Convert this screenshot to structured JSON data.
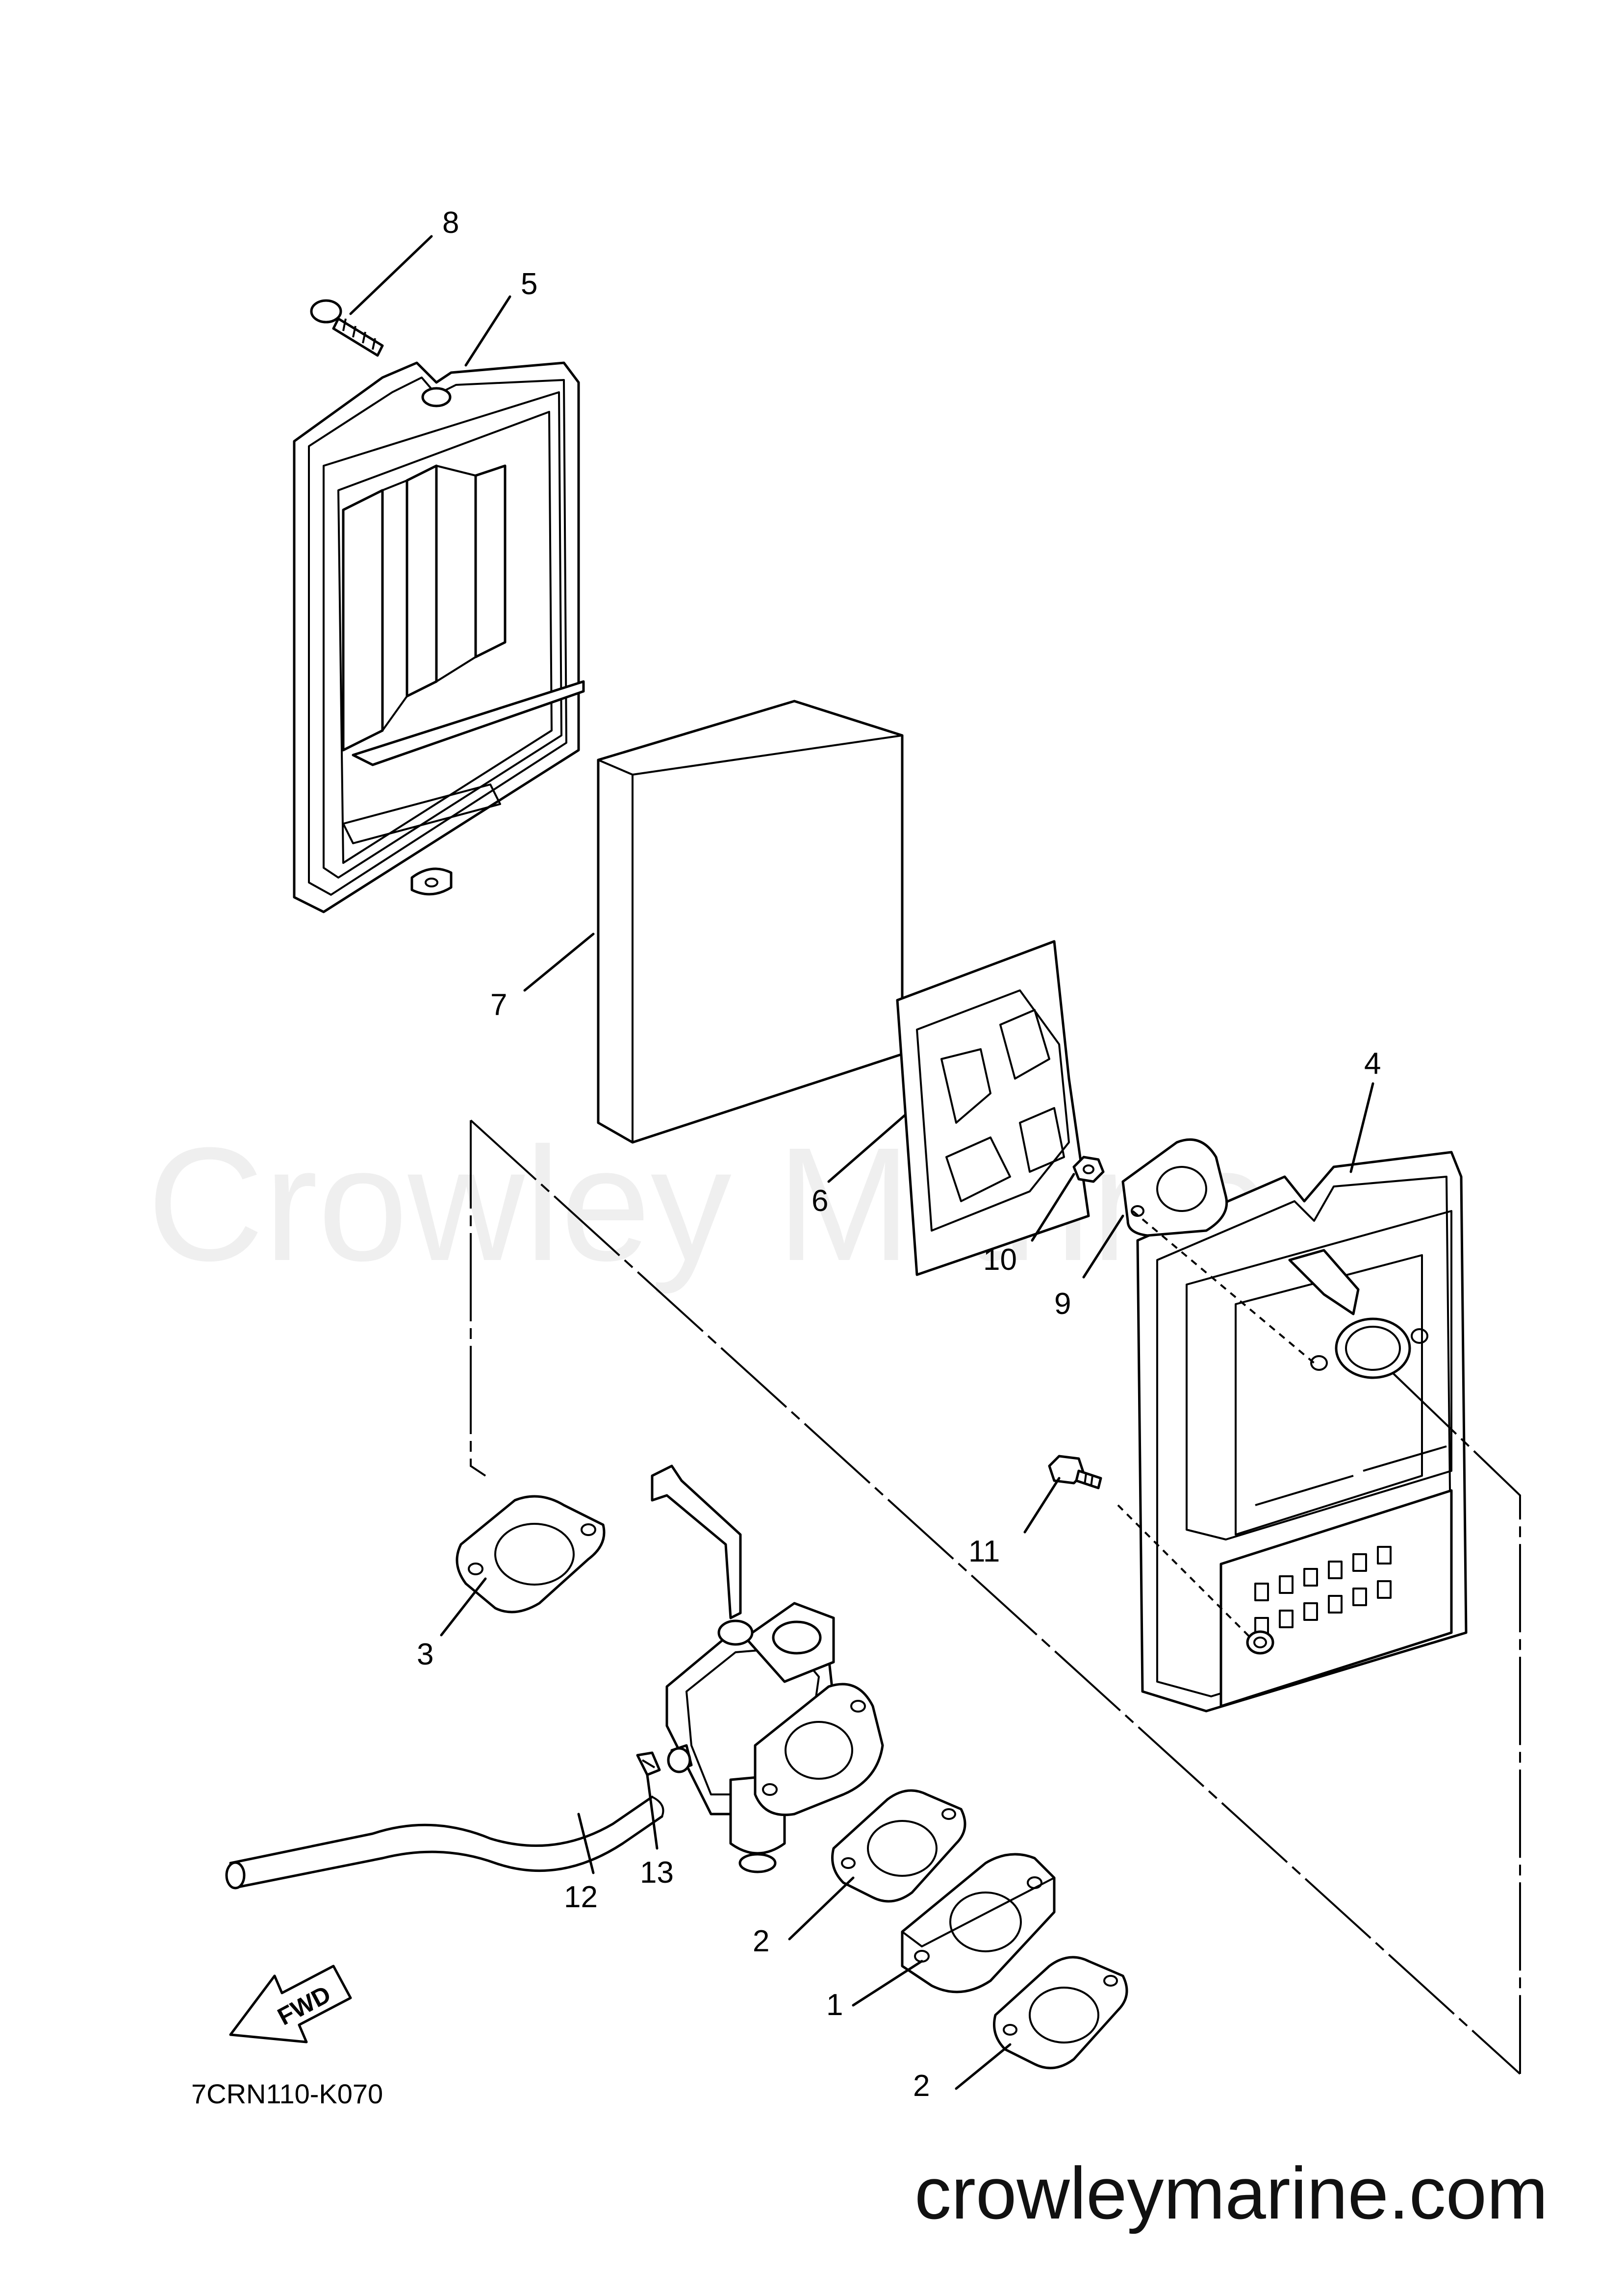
{
  "diagram": {
    "part_numbers": [
      "1",
      "2",
      "2",
      "3",
      "4",
      "5",
      "6",
      "7",
      "8",
      "9",
      "10",
      "11",
      "12",
      "13"
    ],
    "direction_marker": "FWD",
    "diagram_code": "7CRN110-K070",
    "watermark": "Crowley Marine",
    "footer_site": "crowleymarine.com"
  }
}
